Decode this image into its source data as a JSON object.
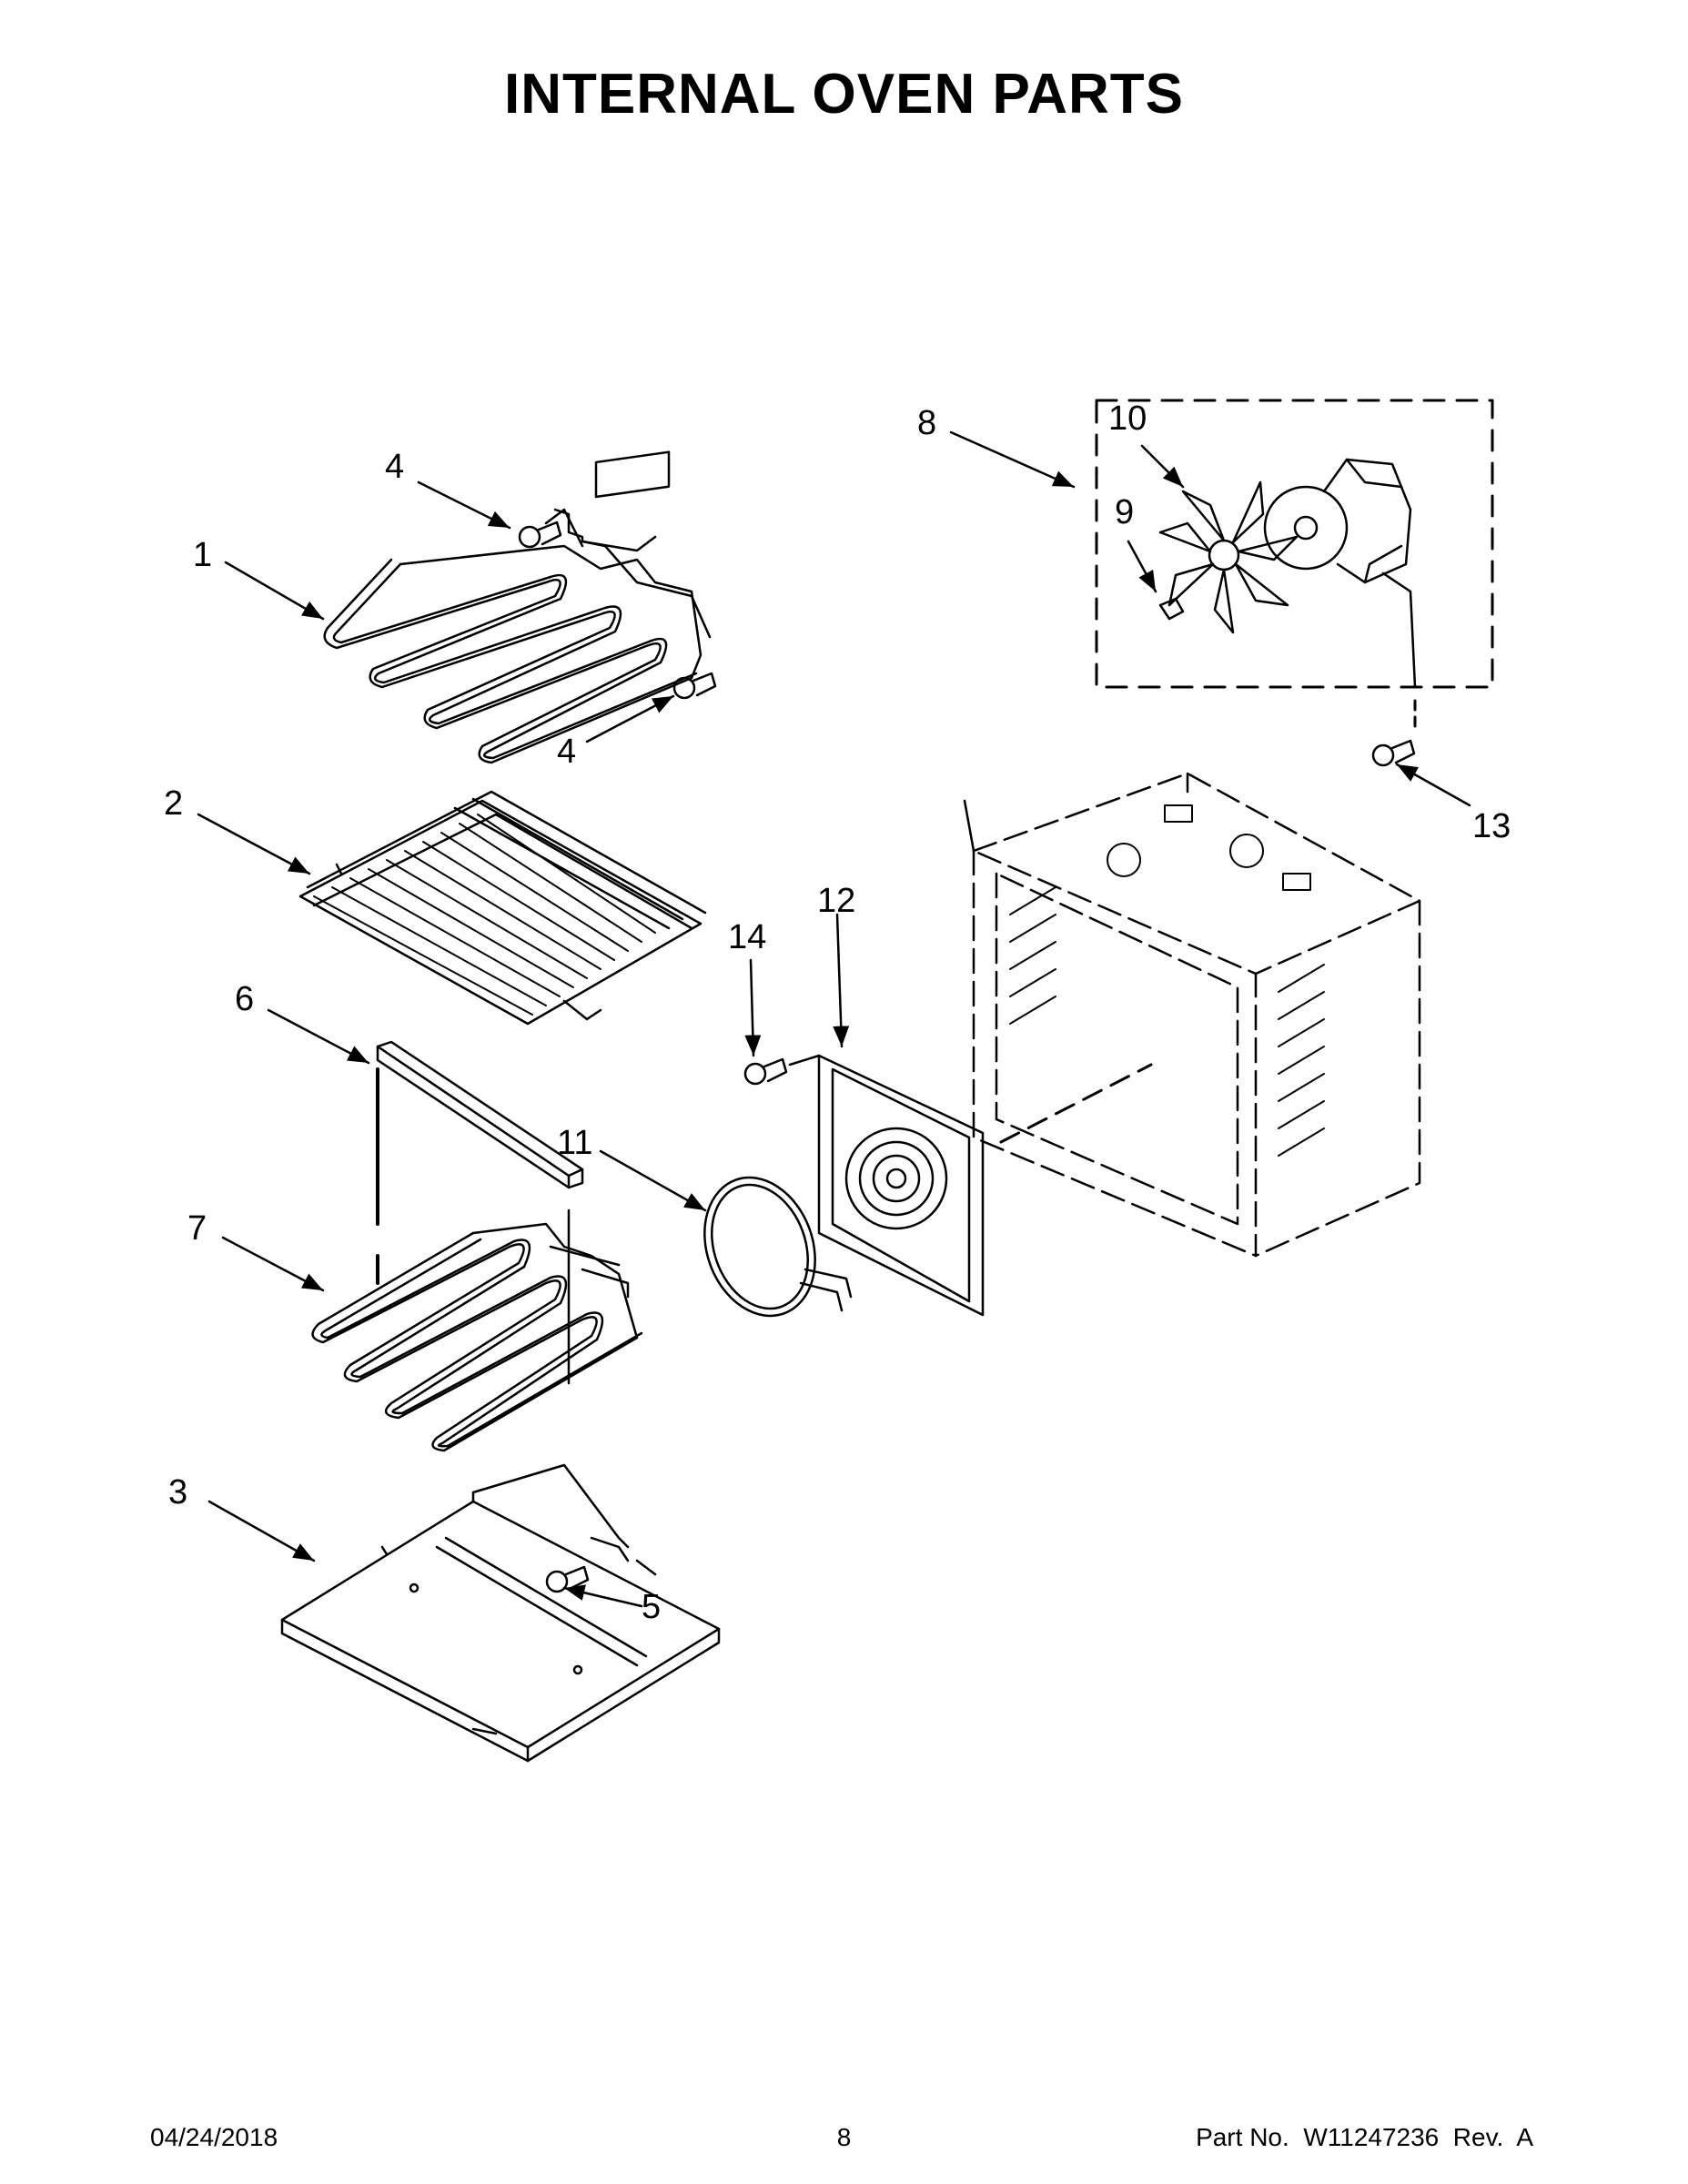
{
  "title": "INTERNAL OVEN PARTS",
  "callouts": [
    "1",
    "2",
    "3",
    "4",
    "4",
    "5",
    "6",
    "7",
    "8",
    "9",
    "10",
    "11",
    "12",
    "13",
    "14"
  ],
  "footer": {
    "date": "04/24/2018",
    "page": "8",
    "part": "Part No.  W11247236  Rev.  A"
  }
}
